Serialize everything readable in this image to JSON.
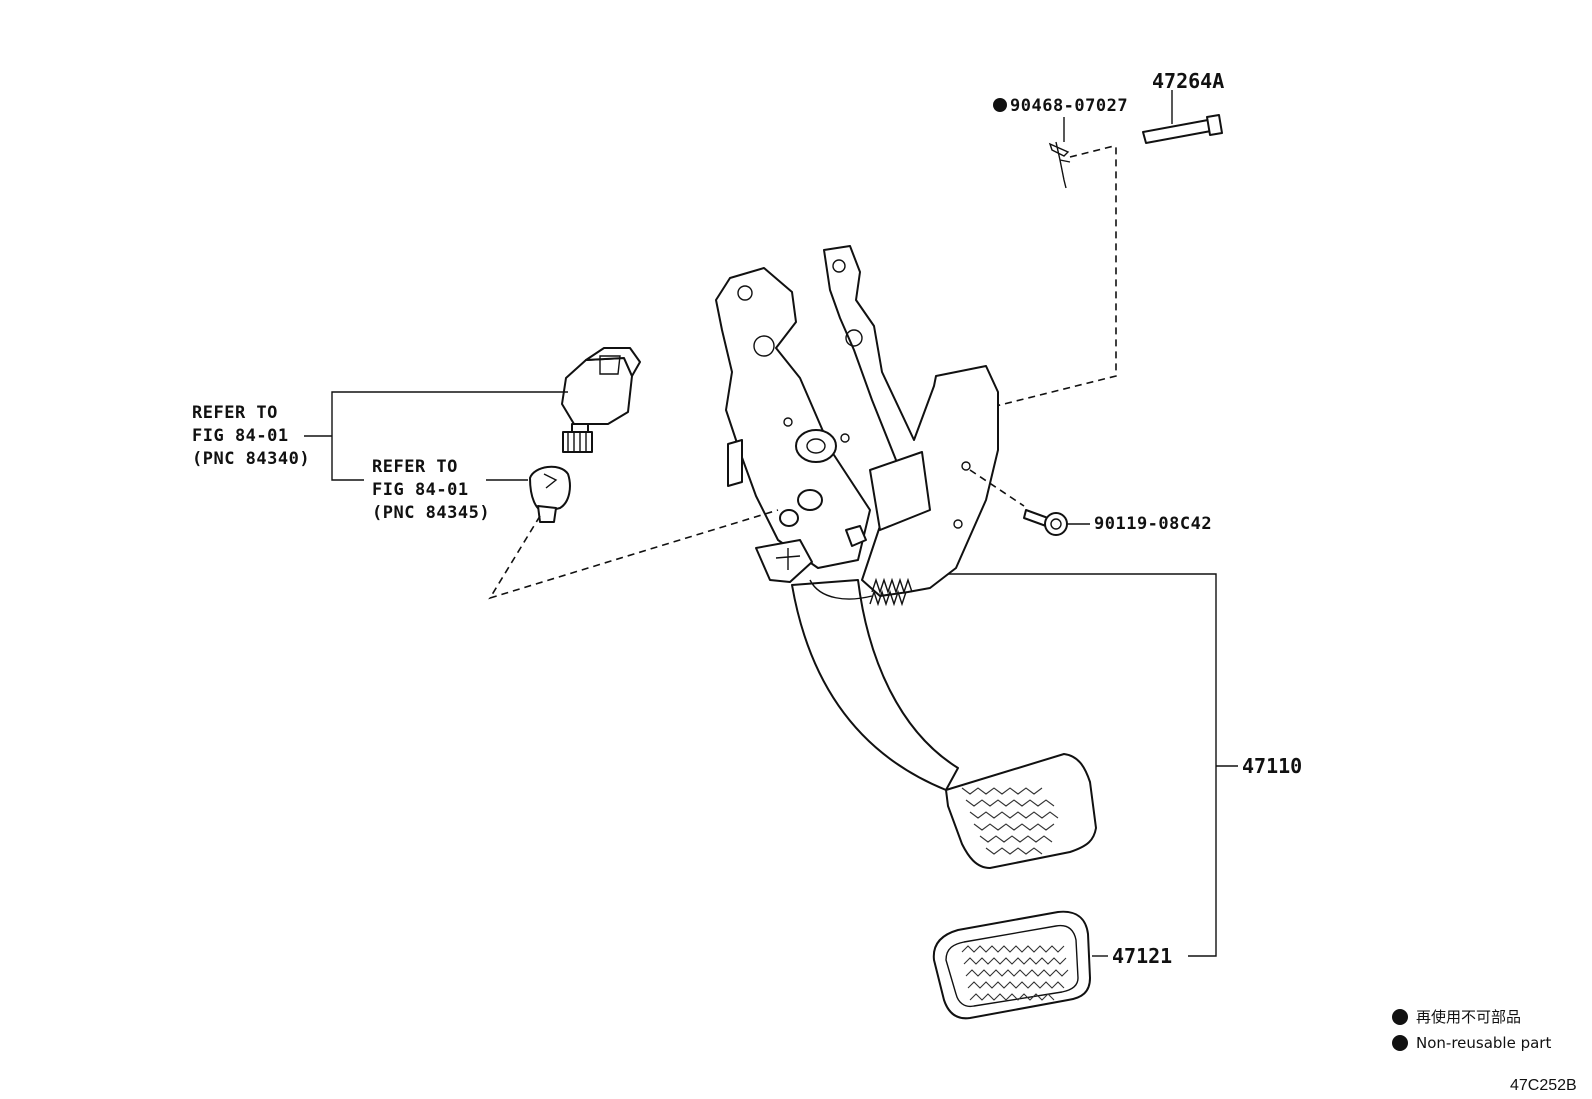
{
  "labels": {
    "p47264a": "47264A",
    "p90468": "90468-07027",
    "p90119": "90119-08C42",
    "p47110": "47110",
    "p47121": "47121"
  },
  "refer_1": {
    "line1": "REFER TO",
    "line2": "FIG 84-01",
    "line3": "(PNC 84340)"
  },
  "refer_2": {
    "line1": "REFER TO",
    "line2": "FIG 84-01",
    "line3": "(PNC 84345)"
  },
  "legend": {
    "japanese": "再使用不可部品",
    "english": "Non-reusable part"
  },
  "figure_code": "47C252B"
}
